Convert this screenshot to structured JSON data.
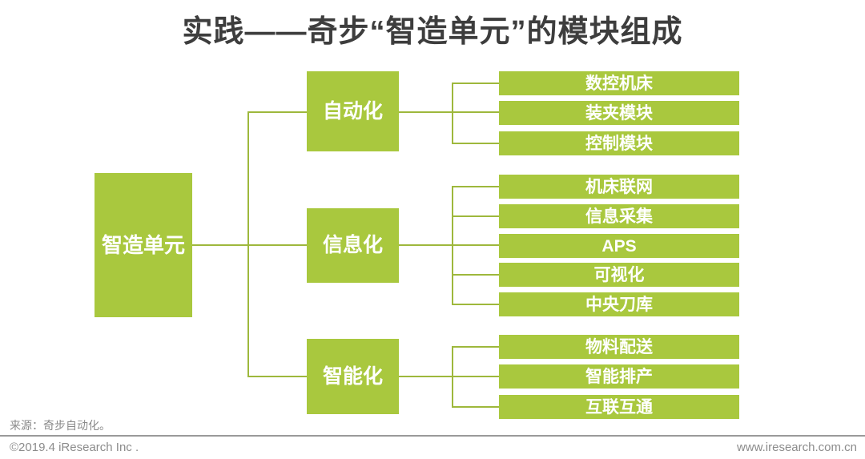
{
  "title": "实践——奇步“智造单元”的模块组成",
  "colors": {
    "green": "#a9c83e",
    "line": "#9eb83c",
    "title-text": "#3d3d3d",
    "footer-text": "#8c8c8c",
    "node-text": "#ffffff"
  },
  "root": {
    "label": "智造单元"
  },
  "groups": [
    {
      "label": "自动化",
      "children": [
        "数控机床",
        "装夹模块",
        "控制模块"
      ]
    },
    {
      "label": "信息化",
      "children": [
        "机床联网",
        "信息采集",
        "APS",
        "可视化",
        "中央刀库"
      ]
    },
    {
      "label": "智能化",
      "children": [
        "物料配送",
        "智能排产",
        "互联互通"
      ]
    }
  ],
  "source_note": "来源：奇步自动化。",
  "footer": {
    "copyright": "©2019.4 iResearch Inc .",
    "website": "www.iresearch.com.cn"
  }
}
